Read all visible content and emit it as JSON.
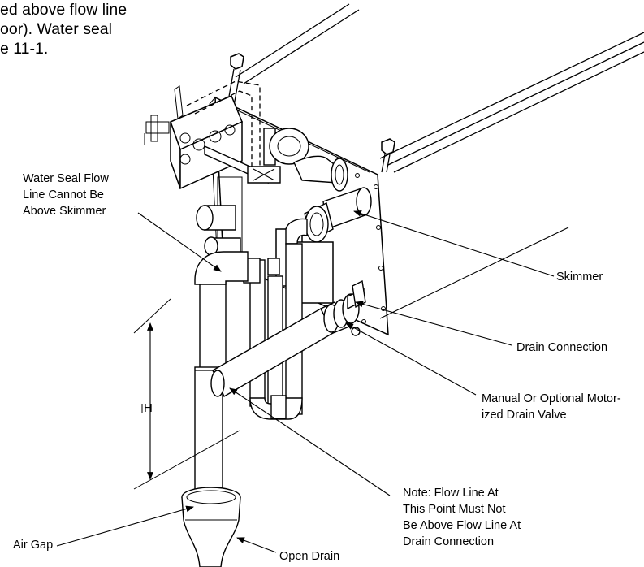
{
  "intro_text": {
    "line1": "ed above flow line",
    "line2": "oor).  Water seal",
    "line3": "e 11-1."
  },
  "callouts": {
    "water_seal": [
      "Water Seal Flow",
      "Line Cannot Be",
      "Above Skimmer"
    ],
    "skimmer": "Skimmer",
    "drain_connection": "Drain Connection",
    "drain_valve": [
      "Manual Or Optional Motor-",
      "ized Drain Valve"
    ],
    "note": [
      "Note:  Flow Line At",
      "This Point Must Not",
      "Be Above Flow Line At",
      "Drain Connection"
    ],
    "air_gap": "Air Gap",
    "open_drain": "Open Drain",
    "dimension_h": "H"
  }
}
